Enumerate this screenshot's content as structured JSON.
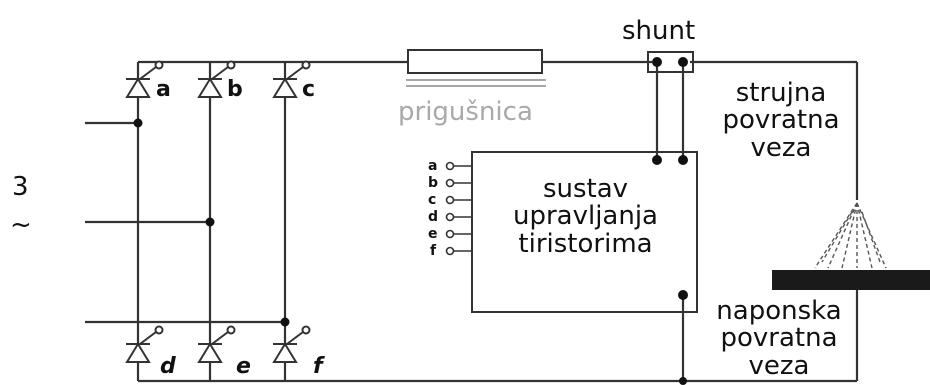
{
  "labels": {
    "supply_phases": "3",
    "supply_ac": "~",
    "shunt": "shunt",
    "choke": "prigušnica",
    "current_feedback": [
      "strujna",
      "povratna",
      "veza"
    ],
    "voltage_feedback": [
      "naponska",
      "povratna",
      "veza"
    ],
    "controller": [
      "sustav",
      "upravljanja",
      "tiristorima"
    ]
  },
  "thyristors": {
    "upper": [
      "a",
      "b",
      "c"
    ],
    "lower": [
      "d",
      "e",
      "f"
    ]
  },
  "controller_inputs": [
    "a",
    "b",
    "c",
    "d",
    "e",
    "f"
  ],
  "colors": {
    "line": "#333333",
    "text": "#111111",
    "choke_text": "#a9a9a9",
    "workpiece": "#1a1a1a"
  }
}
